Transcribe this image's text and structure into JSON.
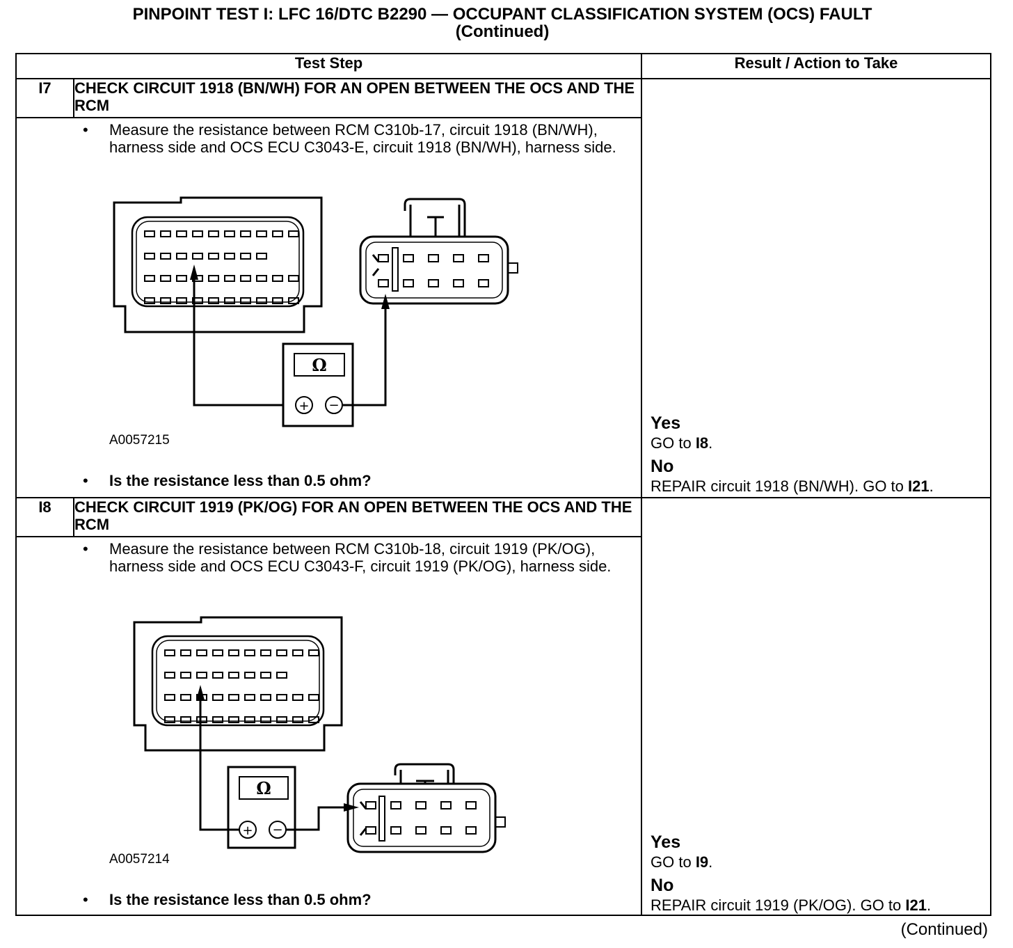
{
  "title": {
    "line1": "PINPOINT TEST I: LFC 16/DTC B2290 — OCCUPANT CLASSIFICATION SYSTEM (OCS) FAULT",
    "line2": "(Continued)"
  },
  "table": {
    "col_test_step": "Test Step",
    "col_result": "Result / Action to Take"
  },
  "steps": [
    {
      "id": "I7",
      "name": "CHECK CIRCUIT 1918 (BN/WH) FOR AN OPEN BETWEEN THE OCS AND THE RCM",
      "bullet": "•",
      "instruction": "Measure the resistance between RCM C310b-17, circuit 1918 (BN/WH), harness side and OCS ECU C3043-E, circuit 1918 (BN/WH), harness side.",
      "figure_id": "A0057215",
      "meter_symbol": "Ω",
      "question": "Is the resistance less than 0.5 ohm?",
      "yes_label": "Yes",
      "yes_action_prefix": "GO to ",
      "yes_action_target": "I8",
      "yes_action_suffix": ".",
      "no_label": "No",
      "no_action_prefix": "REPAIR circuit 1918 (BN/WH). GO to ",
      "no_action_target": "I21",
      "no_action_suffix": "."
    },
    {
      "id": "I8",
      "name": "CHECK CIRCUIT 1919 (PK/OG) FOR AN OPEN BETWEEN THE OCS AND THE RCM",
      "bullet": "•",
      "instruction": "Measure the resistance between RCM C310b-18, circuit 1919 (PK/OG), harness side and OCS ECU C3043-F, circuit 1919 (PK/OG), harness side.",
      "figure_id": "A0057214",
      "meter_symbol": "Ω",
      "question": "Is the resistance less than 0.5 ohm?",
      "yes_label": "Yes",
      "yes_action_prefix": "GO to ",
      "yes_action_target": "I9",
      "yes_action_suffix": ".",
      "no_label": "No",
      "no_action_prefix": "REPAIR circuit 1919 (PK/OG). GO to ",
      "no_action_target": "I21",
      "no_action_suffix": "."
    }
  ],
  "footer": "(Continued)"
}
